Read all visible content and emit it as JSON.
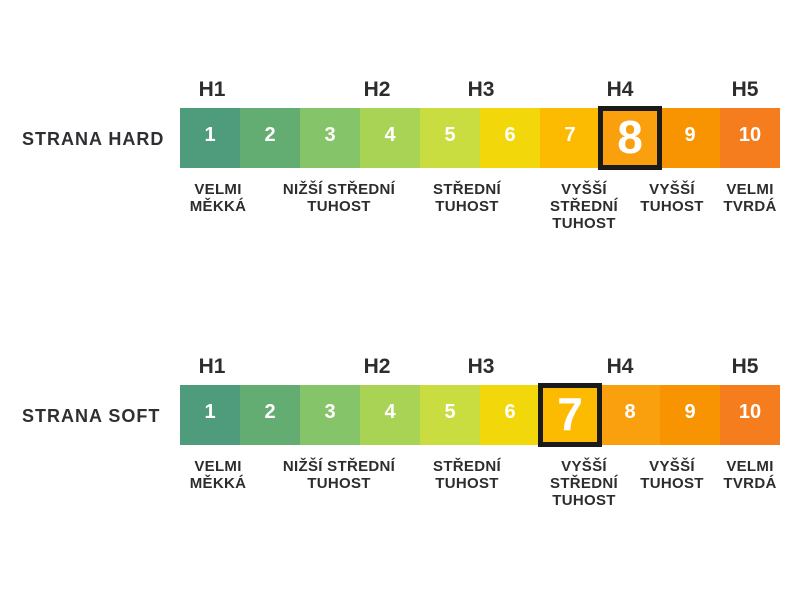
{
  "page": {
    "background": "#FFFFFF",
    "language": "cs"
  },
  "palette": {
    "cell_colors": [
      "#4F9C7C",
      "#63AC72",
      "#85C468",
      "#A9D355",
      "#C9DC40",
      "#F2D80B",
      "#FCBA01",
      "#FAA00E",
      "#F89301",
      "#F67D1E"
    ],
    "highlight_border": "#1A1A1A",
    "label_text": "#2D2D2D",
    "title_text": "#2E2E33",
    "cell_number_text": "#FFFFFF"
  },
  "h_labels": [
    "H1",
    "H2",
    "H3",
    "H4",
    "H5"
  ],
  "descriptions": [
    {
      "lines": [
        "VELMI",
        "MĚKKÁ"
      ]
    },
    {
      "lines": [
        "NIŽŠÍ STŘEDNÍ",
        "TUHOST"
      ]
    },
    {
      "lines": [
        "STŘEDNÍ",
        "TUHOST"
      ]
    },
    {
      "lines": [
        "VYŠŠÍ",
        "STŘEDNÍ",
        "TUHOST"
      ]
    },
    {
      "lines": [
        "VYŠŠÍ",
        "TUHOST"
      ]
    },
    {
      "lines": [
        "VELMI",
        "TVRDÁ"
      ]
    }
  ],
  "scales": [
    {
      "title": "STRANA HARD",
      "highlighted_value": 8,
      "cells": [
        "1",
        "2",
        "3",
        "4",
        "5",
        "6",
        "7",
        "8",
        "9",
        "10"
      ]
    },
    {
      "title": "STRANA SOFT",
      "highlighted_value": 7,
      "cells": [
        "1",
        "2",
        "3",
        "4",
        "5",
        "6",
        "7",
        "8",
        "9",
        "10"
      ]
    }
  ]
}
